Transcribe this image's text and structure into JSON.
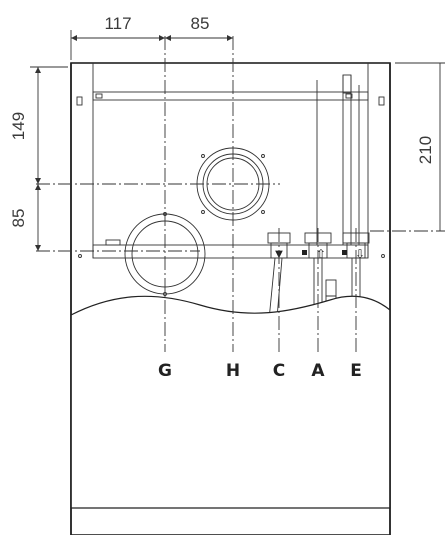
{
  "dimensions": {
    "top_left": "117",
    "top_right": "85",
    "left_upper": "149",
    "left_lower": "85",
    "right": "210"
  },
  "connections": [
    {
      "id": "G",
      "label": "G"
    },
    {
      "id": "H",
      "label": "H"
    },
    {
      "id": "C",
      "label": "C"
    },
    {
      "id": "A",
      "label": "A"
    },
    {
      "id": "E",
      "label": "E"
    }
  ],
  "colors": {
    "line": "#222222",
    "fill": "#ffffff"
  }
}
